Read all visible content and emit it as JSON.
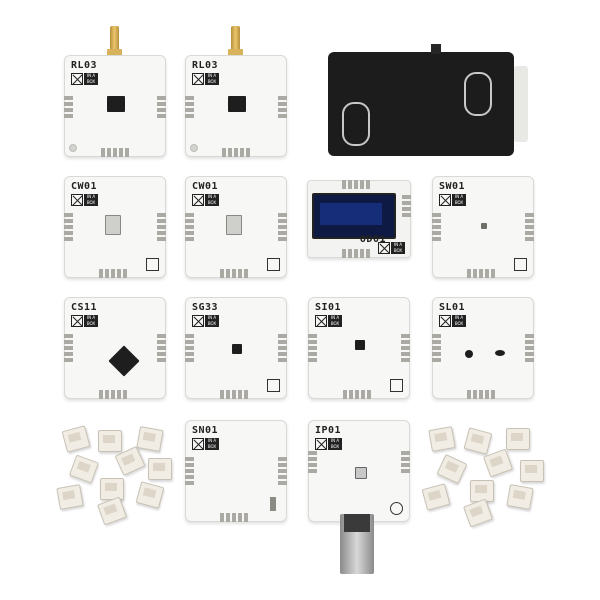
{
  "boards": {
    "rl03_a": {
      "label": "RL03"
    },
    "rl03_b": {
      "label": "RL03"
    },
    "cw01_a": {
      "label": "CW01"
    },
    "cw01_b": {
      "label": "CW01"
    },
    "od01": {
      "label": "OD01"
    },
    "sw01": {
      "label": "SW01"
    },
    "cs11": {
      "label": "CS11"
    },
    "sg33": {
      "label": "SG33"
    },
    "si01": {
      "label": "SI01"
    },
    "sl01": {
      "label": "SL01"
    },
    "sn01": {
      "label": "SN01"
    },
    "ip01": {
      "label": "IP01"
    }
  },
  "colors": {
    "board": "#f7f7f5",
    "battery": "#1c1c1c",
    "antenna": "#e9c66c",
    "oled": "#0f1a44",
    "connector": "#f2ede4"
  }
}
